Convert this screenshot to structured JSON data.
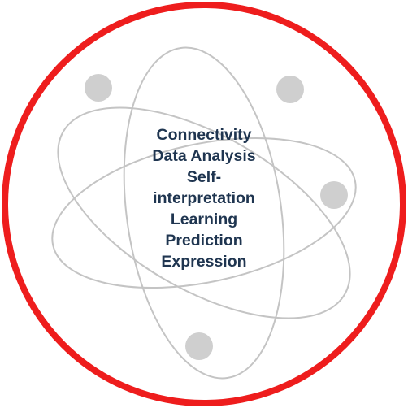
{
  "colors": {
    "ring": "#ee1d1d",
    "orbit": "#c4c4c4",
    "electron": "#cfcfcf",
    "text": "#1f3550",
    "background": "#ffffff"
  },
  "icon": "atom-icon",
  "center_text": {
    "lines": [
      "Connectivity",
      "Data Analysis",
      "Self-",
      "interpretation",
      "Learning",
      "Prediction",
      "Expression"
    ]
  }
}
